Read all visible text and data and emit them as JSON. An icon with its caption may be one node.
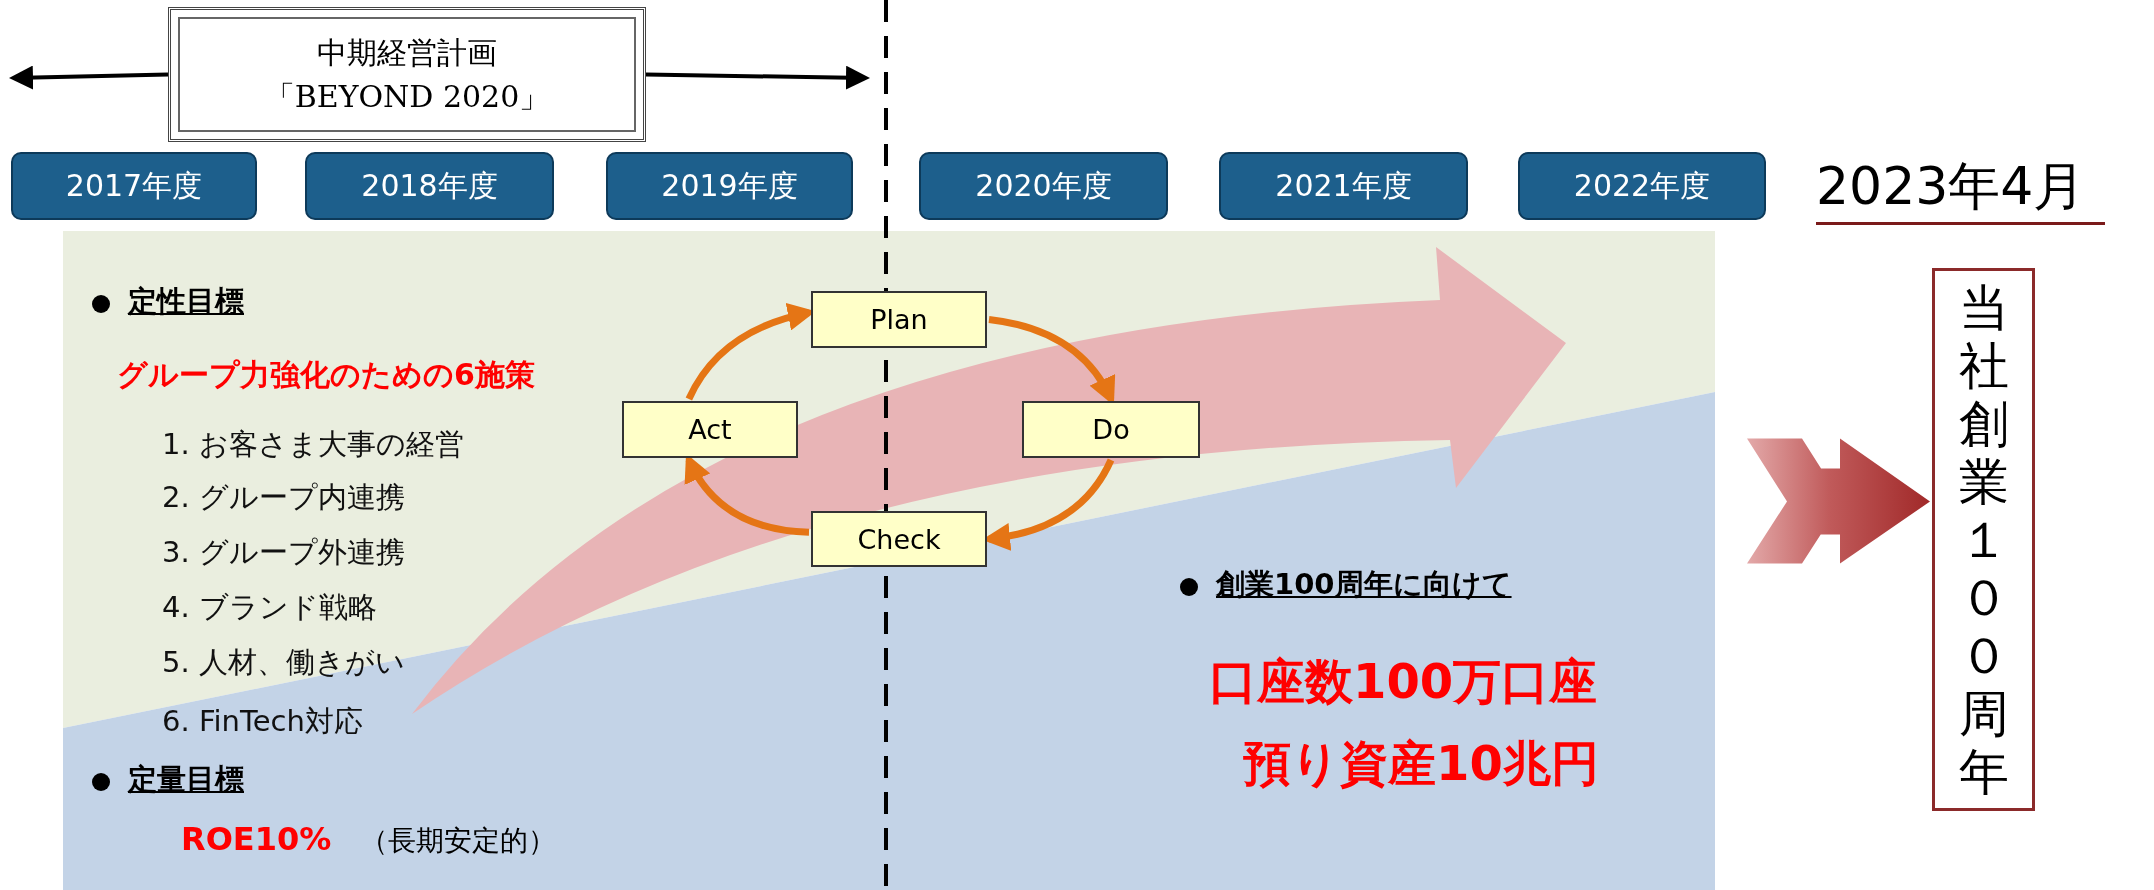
{
  "diagram": {
    "nodes": [
      {
        "text": [
          "中期経営計画「BEYOND 2020」"
        ]
      },
      {
        "text": [
          "2017年度"
        ]
      },
      {
        "text": [
          "2018年度"
        ]
      },
      {
        "text": [
          "2019年度"
        ]
      },
      {
        "text": [
          "2020年度"
        ]
      },
      {
        "text": [
          "2021年度"
        ]
      },
      {
        "text": [
          "2022年度"
        ]
      },
      {
        "text": [
          "Plan"
        ]
      },
      {
        "text": [
          "Do"
        ]
      },
      {
        "text": [
          "Check"
        ]
      },
      {
        "text": [
          "Act"
        ]
      },
      {
        "text": [
          "当社創業１００周年"
        ]
      }
    ],
    "edges": [
      {
        "from": 0,
        "to": null,
        "arrow": "to",
        "color": "#000000"
      },
      {
        "from": 0,
        "to": null,
        "arrow": "to",
        "color": "#000000"
      },
      {
        "from": 10,
        "to": 7,
        "arrow": "to"
      },
      {
        "from": 7,
        "to": 8,
        "arrow": "to"
      },
      {
        "from": 8,
        "to": 9,
        "arrow": "to"
      },
      {
        "from": 9,
        "to": 10,
        "arrow": "to"
      },
      {
        "from": null,
        "to": 11,
        "arrow": "to"
      }
    ],
    "labels": [
      "2023年4月",
      "定性目標",
      "グループ力強化のための6施策",
      "1. お客さま大事の経営",
      "2. グループ内連携",
      "3. グループ外連携",
      "4. ブランド戦略",
      "5. 人材、働きがい",
      "6. FinTech対応",
      "定量目標",
      "ROE10%",
      "（長期安定的）",
      "創業100周年に向けて",
      "口座数100万口座",
      "預り資産10兆円"
    ]
  }
}
